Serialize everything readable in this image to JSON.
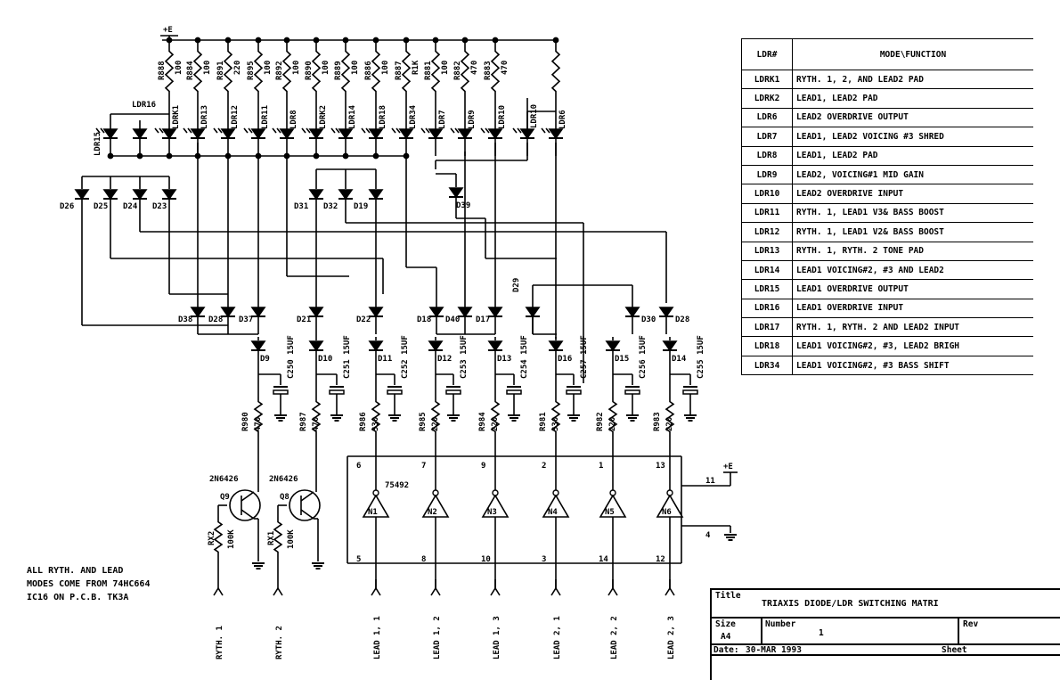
{
  "supply_top": "+E",
  "ldr_labels": [
    "LDRK1",
    "LDR13",
    "LDR12",
    "LDR11",
    "LDR8",
    "LDRK2",
    "LDR14",
    "LDR18",
    "LDR34",
    "LDR7",
    "LDR9",
    "LDR10",
    "LDR6"
  ],
  "ldr_left": [
    "LDR16",
    "LDR15"
  ],
  "resistors_top": [
    "R888",
    "R884",
    "R891",
    "R895",
    "R892",
    "R890",
    "R889",
    "R886",
    "R887",
    "R881",
    "R882",
    "R883"
  ],
  "resistor_values_top": [
    "100",
    "100",
    "220",
    "100",
    "100",
    "100",
    "100",
    "100",
    "R1K",
    "100",
    "470",
    "470"
  ],
  "diodes_upper": [
    "D26",
    "D25",
    "D24",
    "D23",
    "D31",
    "D32",
    "D19",
    "D39"
  ],
  "diodes_mid": [
    "D38",
    "D28",
    "D37",
    "D21",
    "D22",
    "D18",
    "D40",
    "D17",
    "D29",
    "D30",
    "D28",
    "D16"
  ],
  "diodes_lower": [
    "D9",
    "D10",
    "D11",
    "D12",
    "D13",
    "D16",
    "D14"
  ],
  "caps": [
    "C250 15UF",
    "C251 15UF",
    "C252 15UF",
    "C253 15UF",
    "C254 15UF",
    "C257 15UF",
    "C256 15UF",
    "C255 15UF"
  ],
  "resistors_bottom": [
    {
      "name": "R980",
      "value": "470"
    },
    {
      "name": "R987",
      "value": "470"
    },
    {
      "name": "R986",
      "value": "330"
    },
    {
      "name": "R985",
      "value": "220"
    },
    {
      "name": "R984",
      "value": "220"
    },
    {
      "name": "R981",
      "value": "330"
    },
    {
      "name": "R982",
      "value": "220"
    },
    {
      "name": "R983",
      "value": "220"
    }
  ],
  "transistors": [
    {
      "type": "2N6426",
      "ref": "Q9"
    },
    {
      "type": "2N6426",
      "ref": "Q8"
    }
  ],
  "base_resistors": [
    {
      "name": "RX2",
      "value": "100K"
    },
    {
      "name": "RX1",
      "value": "100K"
    }
  ],
  "ic": {
    "part": "75492",
    "gates": [
      "N1",
      "N2",
      "N3",
      "N4",
      "N5",
      "N6"
    ],
    "pins_top": [
      "6",
      "7",
      "9",
      "2",
      "1",
      "13"
    ],
    "pins_bottom": [
      "5",
      "8",
      "10",
      "3",
      "14",
      "12"
    ],
    "pin_vcc": "11",
    "pin_gnd": "4",
    "vcc_label": "+E"
  },
  "inputs": [
    "RYTH. 1",
    "RYTH. 2",
    "LEAD 1, 1",
    "LEAD 1, 2",
    "LEAD 1, 3",
    "LEAD 2, 1",
    "LEAD 2, 2",
    "LEAD 2, 3"
  ],
  "note": "ALL RYTH. AND LEAD\nMODES COME FROM 74HC664\nIC16 ON P.C.B. TK3A",
  "ldr_table": {
    "headers": [
      "LDR#",
      "MODE\\FUNCTION"
    ],
    "rows": [
      [
        "LDRK1",
        "RYTH. 1, 2, AND LEAD2 PAD"
      ],
      [
        "LDRK2",
        "LEAD1, LEAD2 PAD"
      ],
      [
        "LDR6",
        "LEAD2 OVERDRIVE OUTPUT"
      ],
      [
        "LDR7",
        "LEAD1, LEAD2 VOICING #3 SHRED"
      ],
      [
        "LDR8",
        "LEAD1, LEAD2 PAD"
      ],
      [
        "LDR9",
        "LEAD2, VOICING#1 MID GAIN"
      ],
      [
        "LDR10",
        "LEAD2 OVERDRIVE INPUT"
      ],
      [
        "LDR11",
        "RYTH. 1, LEAD1 V3& BASS BOOST"
      ],
      [
        "LDR12",
        "RYTH. 1, LEAD1 V2& BASS BOOST"
      ],
      [
        "LDR13",
        "RYTH. 1, RYTH. 2 TONE PAD"
      ],
      [
        "LDR14",
        "LEAD1 VOICING#2, #3 AND LEAD2"
      ],
      [
        "LDR15",
        "LEAD1 OVERDRIVE OUTPUT"
      ],
      [
        "LDR16",
        "LEAD1 OVERDRIVE INPUT"
      ],
      [
        "LDR17",
        "RYTH. 1, RYTH. 2 AND LEAD2 INPUT"
      ],
      [
        "LDR18",
        "LEAD1 VOICING#2, #3, LEAD2 BRIGH"
      ],
      [
        "LDR34",
        "LEAD1 VOICING#2, #3 BASS SHIFT"
      ]
    ]
  },
  "title_block": {
    "title_label": "Title",
    "title": "TRIAXIS DIODE/LDR SWITCHING MATRI",
    "size_label": "Size",
    "size": "A4",
    "number_label": "Number",
    "number": "1",
    "rev_label": "Rev",
    "date_label": "Date:",
    "date": "30-MAR 1993",
    "sheet": "Sheet"
  }
}
